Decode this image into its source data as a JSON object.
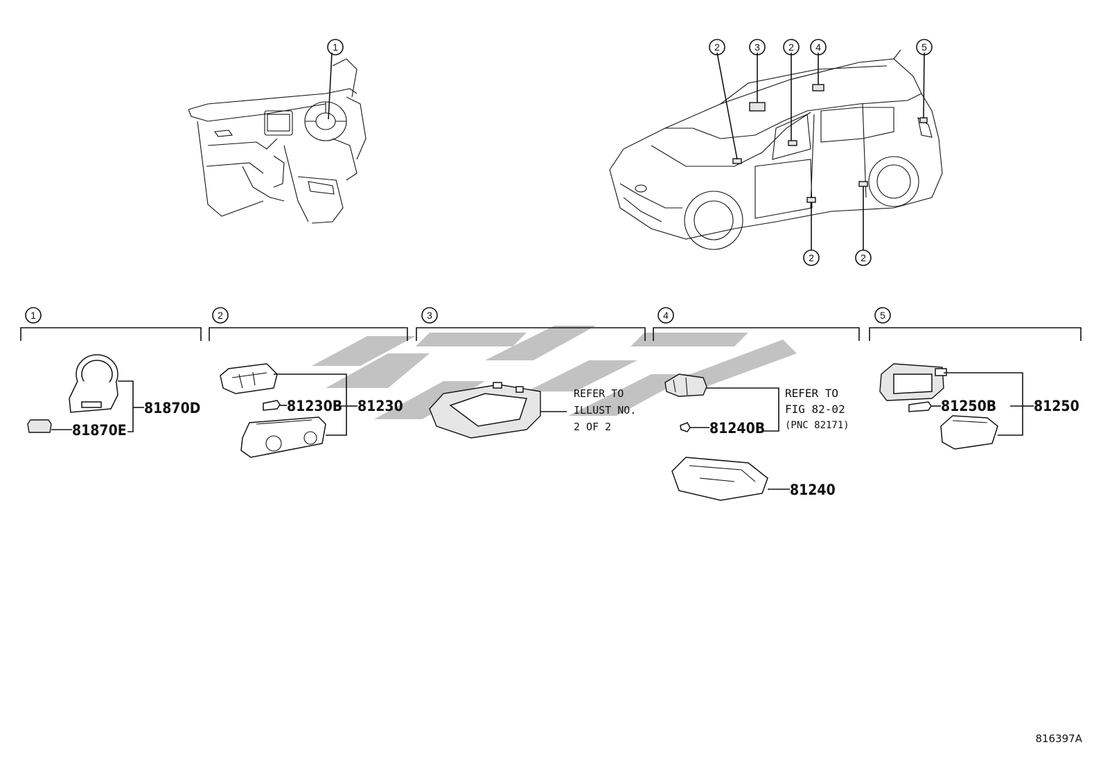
{
  "figure_code": "816397A",
  "callout_numbers": [
    "1",
    "2",
    "3",
    "4",
    "5"
  ],
  "groups": [
    {
      "id": "1",
      "parts": [
        "81870D",
        "81870E"
      ]
    },
    {
      "id": "2",
      "parts": [
        "81230B",
        "81230"
      ]
    },
    {
      "id": "3",
      "note": [
        "REFER TO",
        "ILLUST NO.",
        "2 OF 2"
      ]
    },
    {
      "id": "4",
      "parts": [
        "81240B",
        "81240"
      ],
      "note": [
        "REFER TO",
        "FIG 82-02",
        "(PNC 82171)"
      ]
    },
    {
      "id": "5",
      "parts": [
        "81250B",
        "81250"
      ]
    }
  ],
  "watermark": "sks",
  "colors": {
    "line": "#111111",
    "watermark": "#8f8f8f",
    "background": "#ffffff"
  }
}
